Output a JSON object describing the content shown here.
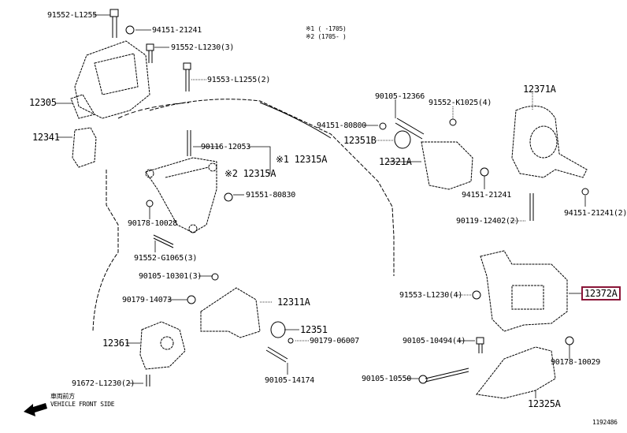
{
  "diagram": {
    "notes": [
      "※1 (      -1705)",
      "※2 (1705-      )"
    ],
    "direction": {
      "jp": "車両前方",
      "en": "VEHICLE FRONT SIDE"
    },
    "figure_code": "1192486",
    "highlight_color": "#8a1538",
    "labels": [
      {
        "id": "p1",
        "text": "91552-L1255"
      },
      {
        "id": "p2",
        "text": "94151-21241"
      },
      {
        "id": "p3",
        "text": "91552-L1230(3)"
      },
      {
        "id": "p4",
        "text": "91553-L1255(2)"
      },
      {
        "id": "p5",
        "text": "12305"
      },
      {
        "id": "p6",
        "text": "12341"
      },
      {
        "id": "p7",
        "text": "90116-12053"
      },
      {
        "id": "p8",
        "text": "※1 12315A"
      },
      {
        "id": "p9",
        "text": "※2 12315A"
      },
      {
        "id": "p10",
        "text": "91551-80830"
      },
      {
        "id": "p11",
        "text": "90178-10028"
      },
      {
        "id": "p12",
        "text": "91552-G1065(3)"
      },
      {
        "id": "p13",
        "text": "90105-12366"
      },
      {
        "id": "p14",
        "text": "91552-K1025(4)"
      },
      {
        "id": "p15",
        "text": "94151-80800"
      },
      {
        "id": "p16",
        "text": "12351B"
      },
      {
        "id": "p17",
        "text": "12321A"
      },
      {
        "id": "p18",
        "text": "94151-21241"
      },
      {
        "id": "p19",
        "text": "12371A"
      },
      {
        "id": "p20",
        "text": "90119-12402(2)"
      },
      {
        "id": "p21",
        "text": "94151-21241(2)"
      },
      {
        "id": "p22",
        "text": "90105-10301(3)"
      },
      {
        "id": "p23",
        "text": "90179-14073"
      },
      {
        "id": "p24",
        "text": "12311A"
      },
      {
        "id": "p25",
        "text": "12351"
      },
      {
        "id": "p26",
        "text": "90179-06007"
      },
      {
        "id": "p27",
        "text": "12361"
      },
      {
        "id": "p28",
        "text": "91672-L1230(2)"
      },
      {
        "id": "p29",
        "text": "90105-14174"
      },
      {
        "id": "p30",
        "text": "91553-L1230(4)"
      },
      {
        "id": "p31",
        "text": "12372A"
      },
      {
        "id": "p32",
        "text": "90105-10494(4)"
      },
      {
        "id": "p33",
        "text": "90105-10550"
      },
      {
        "id": "p34",
        "text": "90178-10029"
      },
      {
        "id": "p35",
        "text": "12325A"
      }
    ]
  }
}
